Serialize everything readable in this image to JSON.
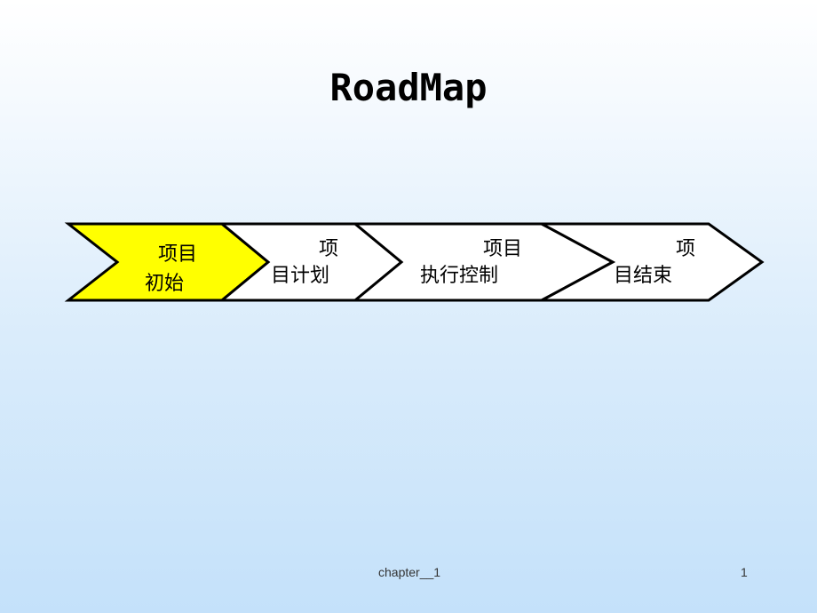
{
  "slide": {
    "title": "RoadMap"
  },
  "roadmap": {
    "stages": [
      {
        "line1": "项目",
        "line2": "初始",
        "fill": "#ffff00",
        "active": true
      },
      {
        "line1": "项",
        "line2": "目计划",
        "fill": "#ffffff",
        "active": false
      },
      {
        "line1": "项目",
        "line2": "执行控制",
        "fill": "#ffffff",
        "active": false
      },
      {
        "line1": "项",
        "line2": "目结束",
        "fill": "#ffffff",
        "active": false
      }
    ]
  },
  "footer": {
    "chapter": "chapter__1",
    "page_number": "1"
  }
}
